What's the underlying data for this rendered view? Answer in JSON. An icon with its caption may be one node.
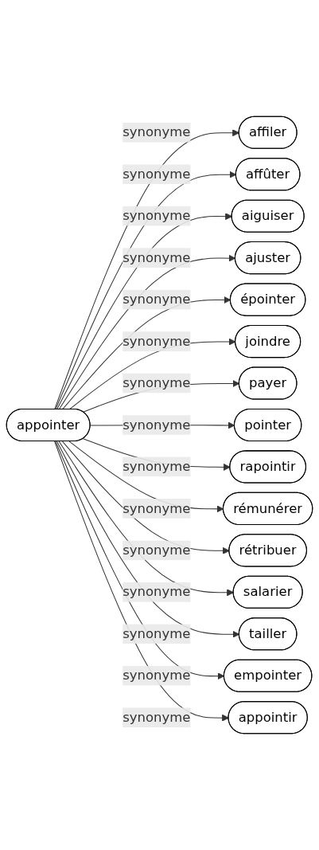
{
  "diagram": {
    "nodes": [
      {
        "text": [
          "appointer"
        ]
      },
      {
        "text": [
          "affiler"
        ]
      },
      {
        "text": [
          "affûter"
        ]
      },
      {
        "text": [
          "aiguiser"
        ]
      },
      {
        "text": [
          "ajuster"
        ]
      },
      {
        "text": [
          "épointer"
        ]
      },
      {
        "text": [
          "joindre"
        ]
      },
      {
        "text": [
          "payer"
        ]
      },
      {
        "text": [
          "pointer"
        ]
      },
      {
        "text": [
          "rapointir"
        ]
      },
      {
        "text": [
          "rémunérer"
        ]
      },
      {
        "text": [
          "rétribuer"
        ]
      },
      {
        "text": [
          "salarier"
        ]
      },
      {
        "text": [
          "tailler"
        ]
      },
      {
        "text": [
          "empointer"
        ]
      },
      {
        "text": [
          "appointir"
        ]
      }
    ],
    "edges": [
      {
        "from": 0,
        "to": 1,
        "arrow": "to",
        "label": "synonyme"
      },
      {
        "from": 0,
        "to": 2,
        "arrow": "to",
        "label": "synonyme"
      },
      {
        "from": 0,
        "to": 3,
        "arrow": "to",
        "label": "synonyme"
      },
      {
        "from": 0,
        "to": 4,
        "arrow": "to",
        "label": "synonyme"
      },
      {
        "from": 0,
        "to": 5,
        "arrow": "to",
        "label": "synonyme"
      },
      {
        "from": 0,
        "to": 6,
        "arrow": "to",
        "label": "synonyme"
      },
      {
        "from": 0,
        "to": 7,
        "arrow": "to",
        "label": "synonyme"
      },
      {
        "from": 0,
        "to": 8,
        "arrow": "to",
        "label": "synonyme"
      },
      {
        "from": 0,
        "to": 9,
        "arrow": "to",
        "label": "synonyme"
      },
      {
        "from": 0,
        "to": 10,
        "arrow": "to",
        "label": "synonyme"
      },
      {
        "from": 0,
        "to": 11,
        "arrow": "to",
        "label": "synonyme"
      },
      {
        "from": 0,
        "to": 12,
        "arrow": "to",
        "label": "synonyme"
      },
      {
        "from": 0,
        "to": 13,
        "arrow": "to",
        "label": "synonyme"
      },
      {
        "from": 0,
        "to": 14,
        "arrow": "to",
        "label": "synonyme"
      },
      {
        "from": 0,
        "to": 15,
        "arrow": "to",
        "label": "synonyme"
      }
    ]
  }
}
